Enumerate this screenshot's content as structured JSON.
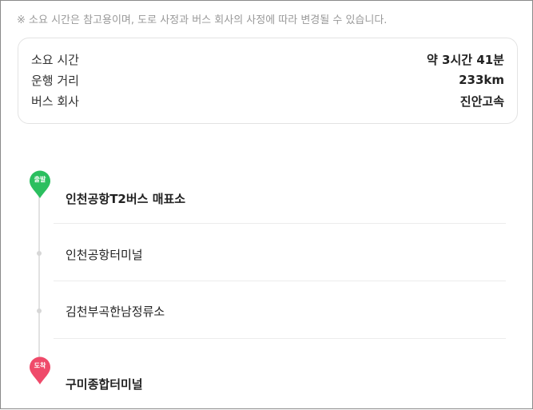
{
  "notice": "※ 소요 시간은 참고용이며, 도로 사정과 버스 회사의 사정에 따라 변경될 수 있습니다.",
  "summary": {
    "duration_label": "소요 시간",
    "duration_value": "약 3시간 41분",
    "distance_label": "운행 거리",
    "distance_value": "233km",
    "company_label": "버스 회사",
    "company_value": "진안고속"
  },
  "route": {
    "depart_badge": "출발",
    "arrive_badge": "도착",
    "stops": [
      "인천공항T2버스 매표소",
      "인천공항터미널",
      "김천부곡한남정류소",
      "구미종합터미널"
    ]
  },
  "colors": {
    "depart": "#2bbf5f",
    "arrive": "#ef4a6a"
  }
}
